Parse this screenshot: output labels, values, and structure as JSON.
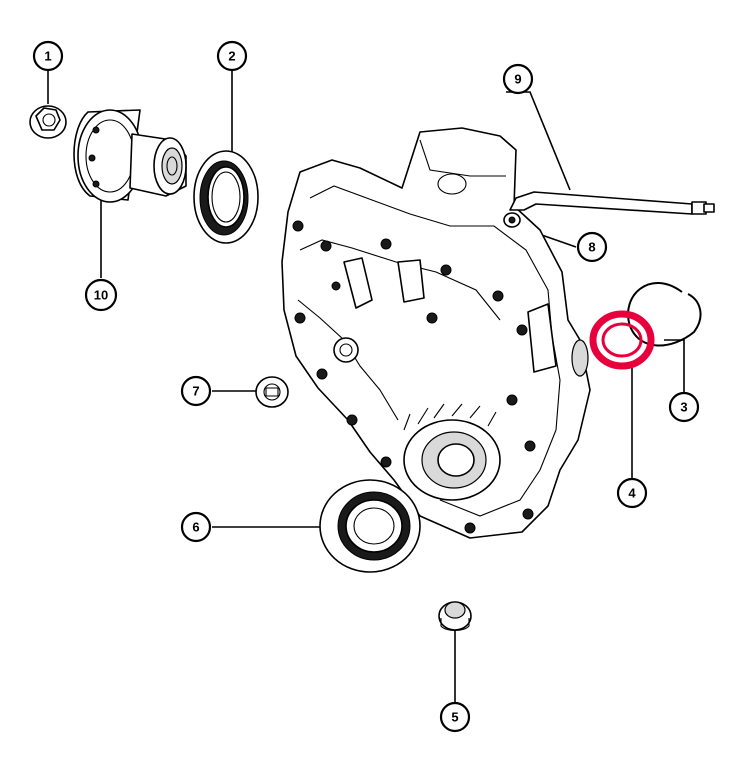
{
  "callouts": [
    {
      "id": "1",
      "label": "1"
    },
    {
      "id": "2",
      "label": "2"
    },
    {
      "id": "3",
      "label": "3"
    },
    {
      "id": "4",
      "label": "4"
    },
    {
      "id": "5",
      "label": "5"
    },
    {
      "id": "6",
      "label": "6"
    },
    {
      "id": "7",
      "label": "7"
    },
    {
      "id": "8",
      "label": "8"
    },
    {
      "id": "9",
      "label": "9"
    },
    {
      "id": "10",
      "label": "10"
    }
  ],
  "highlight_color": "#e8003d",
  "line_color": "#000000",
  "background_color": "#ffffff"
}
